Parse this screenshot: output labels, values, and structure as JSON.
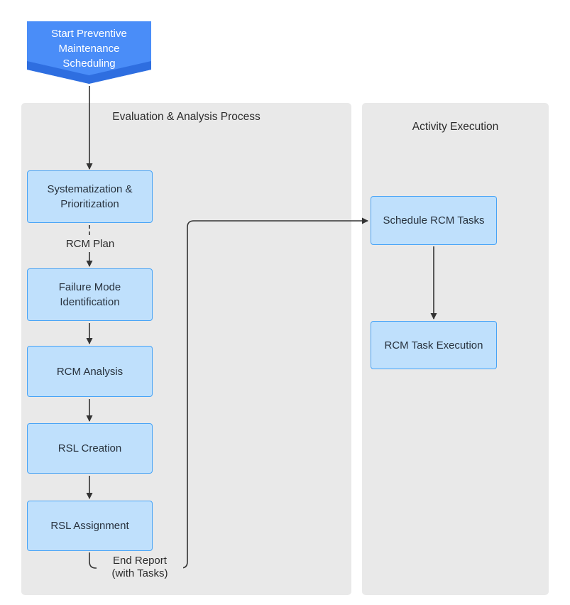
{
  "diagram": {
    "start": {
      "label": "Start Preventive Maintenance Scheduling"
    },
    "panels": {
      "evaluation": {
        "title": "Evaluation & Analysis Process",
        "nodes": [
          {
            "label": "Systematization & Prioritization"
          },
          {
            "label": "Failure Mode Identification"
          },
          {
            "label": "RCM Analysis"
          },
          {
            "label": "RSL Creation"
          },
          {
            "label": "RSL Assignment"
          }
        ]
      },
      "execution": {
        "title": "Activity Execution",
        "nodes": [
          {
            "label": "Schedule RCM Tasks"
          },
          {
            "label": "RCM Task Execution"
          }
        ]
      }
    },
    "edge_labels": {
      "rcm_plan": "RCM Plan",
      "end_report_line1": "End Report",
      "end_report_line2": "(with Tasks)"
    },
    "colors": {
      "banner_fill": "#4a8df8",
      "banner_fold": "#2e6ee0",
      "banner_text": "#ffffff",
      "node_fill": "#bfe0fc",
      "node_border": "#47a3f6",
      "node_text": "#28323e",
      "panel_fill": "#e9e9e9",
      "title_text": "#2b2b2b",
      "edge": "#333333"
    }
  }
}
